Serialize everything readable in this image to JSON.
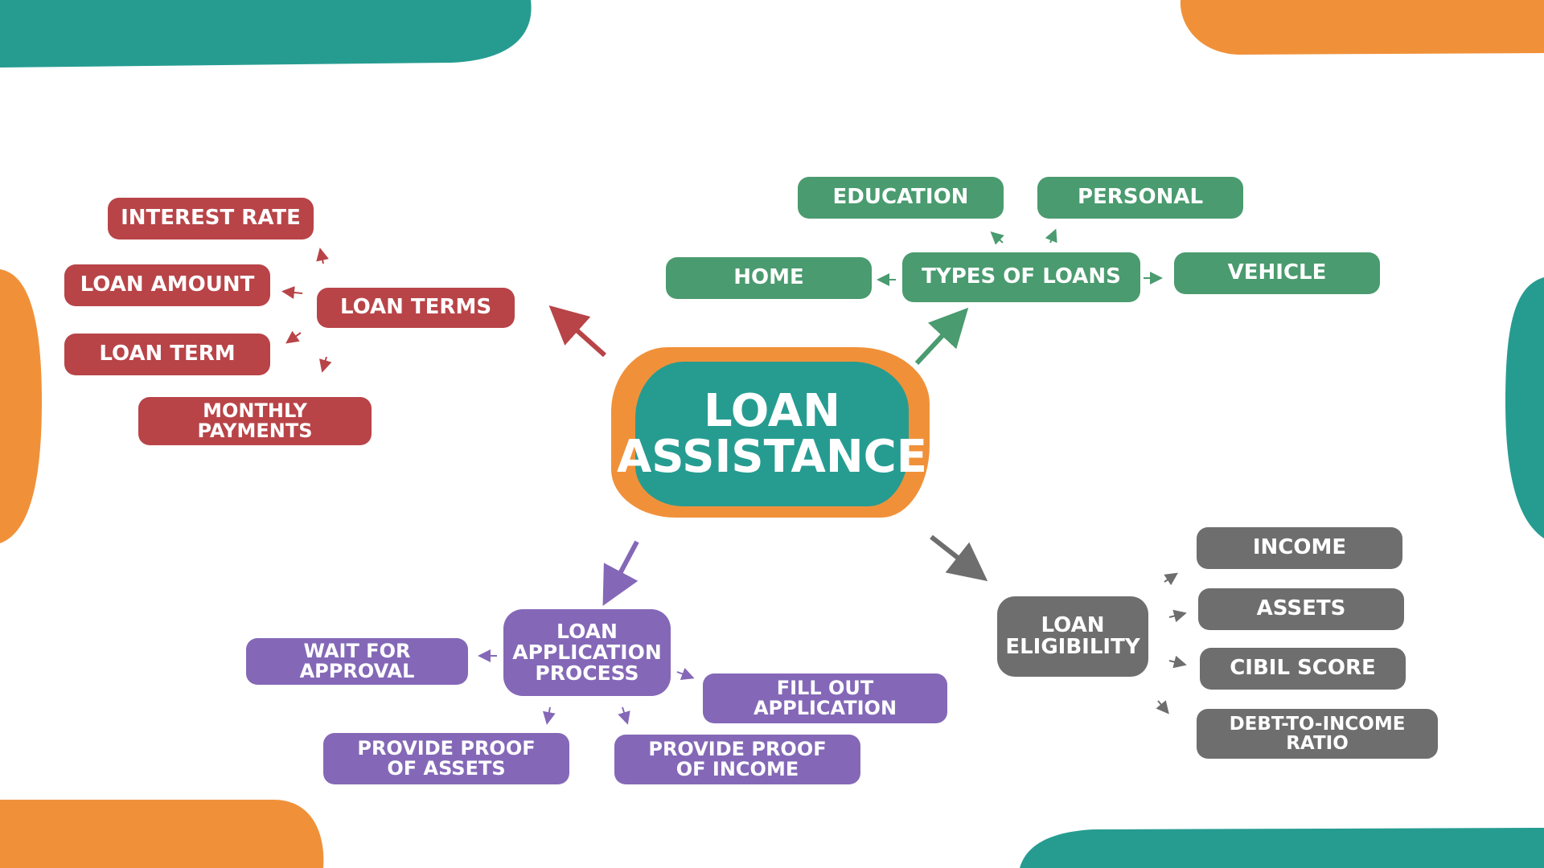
{
  "colors": {
    "loan_terms": "#B84448",
    "types_of_loans": "#4A9B6F",
    "application_process": "#8468B7",
    "eligibility": "#6E6E6E",
    "center_fill": "#269C91",
    "center_border": "#F0913A",
    "blob_teal": "#269C91",
    "blob_orange": "#F0913A"
  },
  "center": {
    "label": "LOAN\nASSISTANCE"
  },
  "loan_terms": {
    "label": "LOAN TERMS",
    "items": [
      "INTEREST RATE",
      "LOAN AMOUNT",
      "LOAN TERM",
      "MONTHLY\nPAYMENTS"
    ]
  },
  "types_of_loans": {
    "label": "TYPES OF LOANS",
    "items": [
      "EDUCATION",
      "PERSONAL",
      "HOME",
      "VEHICLE"
    ]
  },
  "application_process": {
    "label": "LOAN\nAPPLICATION\nPROCESS",
    "items": [
      "WAIT FOR\nAPPROVAL",
      "FILL OUT\nAPPLICATION",
      "PROVIDE PROOF\nOF ASSETS",
      "PROVIDE PROOF\nOF INCOME"
    ]
  },
  "eligibility": {
    "label": "LOAN\nELIGIBILITY",
    "items": [
      "INCOME",
      "ASSETS",
      "CIBIL SCORE",
      "DEBT-TO-INCOME\nRATIO"
    ]
  }
}
